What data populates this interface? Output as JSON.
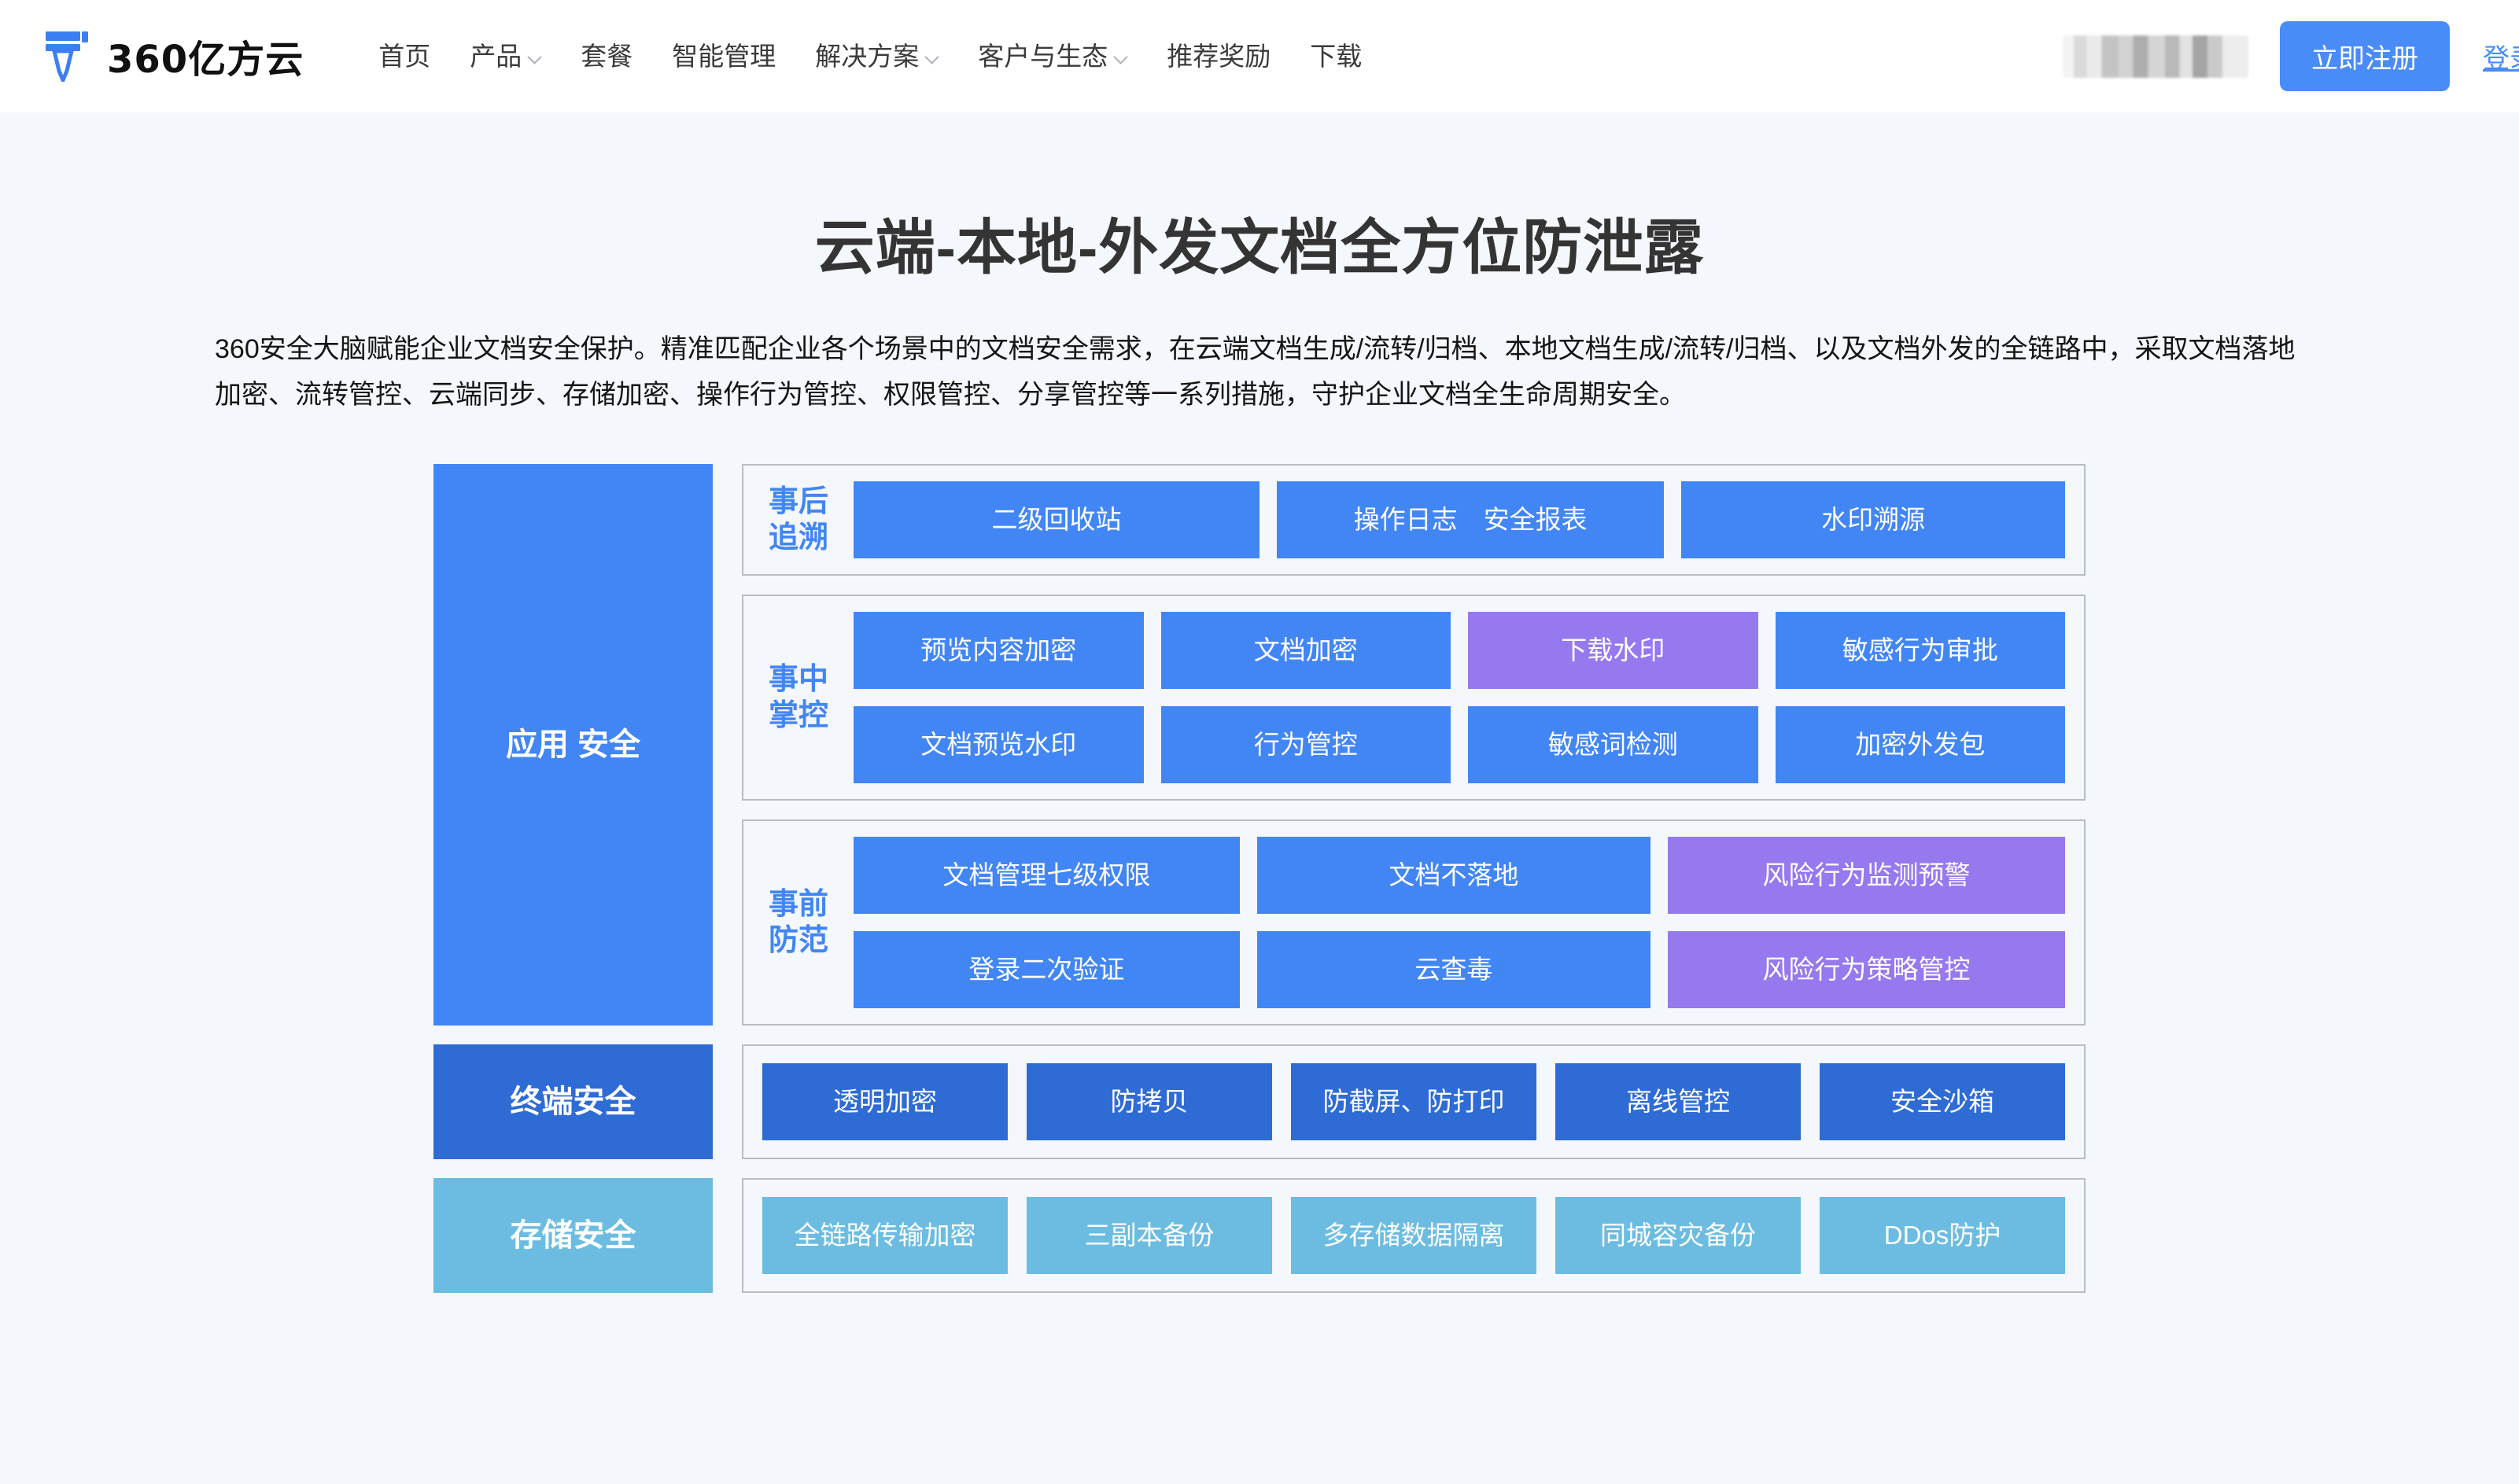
{
  "header": {
    "brand_name": "360亿方云",
    "logo_icon": "yifangyun-pen-logo",
    "nav": [
      {
        "label": "首页",
        "has_caret": false
      },
      {
        "label": "产品",
        "has_caret": true
      },
      {
        "label": "套餐",
        "has_caret": false
      },
      {
        "label": "智能管理",
        "has_caret": false
      },
      {
        "label": "解决方案",
        "has_caret": true
      },
      {
        "label": "客户与生态",
        "has_caret": true
      },
      {
        "label": "推荐奖励",
        "has_caret": false
      },
      {
        "label": "下载",
        "has_caret": false
      }
    ],
    "redacted_text": "",
    "register_label": "立即注册",
    "login_label": "登录"
  },
  "hero": {
    "title": "云端-本地-外发文档全方位防泄露",
    "description": "360安全大脑赋能企业文档安全保护。精准匹配企业各个场景中的文档安全需求，在云端文档生成/流转/归档、本地文档生成/流转/归档、以及文档外发的全链路中，采取文档落地加密、流转管控、云端同步、存储加密、操作行为管控、权限管控、分享管控等一系列措施，守护企业文档全生命周期安全。"
  },
  "colors": {
    "brand_blue": "#4286f5",
    "purple": "#9679ee",
    "deep_blue": "#2f6bd4",
    "light_blue": "#6cbce2",
    "page_bg": "#f4f7fb",
    "box_border": "#b9bdc2"
  },
  "diagram": {
    "layers": [
      {
        "label": "应用\n安全",
        "label_style": "app",
        "groups": [
          {
            "title": "事后\n追溯",
            "rows": [
              [
                {
                  "label": "二级回收站",
                  "style": "blue"
                },
                {
                  "label": "操作日志　安全报表",
                  "style": "blue"
                },
                {
                  "label": "水印溯源",
                  "style": "blue"
                }
              ]
            ]
          },
          {
            "title": "事中\n掌控",
            "rows": [
              [
                {
                  "label": "预览内容加密",
                  "style": "blue"
                },
                {
                  "label": "文档加密",
                  "style": "blue"
                },
                {
                  "label": "下载水印",
                  "style": "purple"
                },
                {
                  "label": "敏感行为审批",
                  "style": "blue"
                }
              ],
              [
                {
                  "label": "文档预览水印",
                  "style": "blue"
                },
                {
                  "label": "行为管控",
                  "style": "blue"
                },
                {
                  "label": "敏感词检测",
                  "style": "blue"
                },
                {
                  "label": "加密外发包",
                  "style": "blue"
                }
              ]
            ]
          },
          {
            "title": "事前\n防范",
            "rows": [
              [
                {
                  "label": "文档管理七级权限",
                  "style": "blue"
                },
                {
                  "label": "文档不落地",
                  "style": "blue"
                },
                {
                  "label": "风险行为监测预警",
                  "style": "purple"
                }
              ],
              [
                {
                  "label": "登录二次验证",
                  "style": "blue"
                },
                {
                  "label": "云查毒",
                  "style": "blue"
                },
                {
                  "label": "风险行为策略管控",
                  "style": "purple"
                }
              ]
            ]
          }
        ]
      },
      {
        "label": "终端安全",
        "label_style": "term",
        "flat_cells": [
          {
            "label": "透明加密",
            "style": "dblue"
          },
          {
            "label": "防拷贝",
            "style": "dblue"
          },
          {
            "label": "防截屏、防打印",
            "style": "dblue"
          },
          {
            "label": "离线管控",
            "style": "dblue"
          },
          {
            "label": "安全沙箱",
            "style": "dblue"
          }
        ]
      },
      {
        "label": "存储安全",
        "label_style": "store",
        "flat_cells": [
          {
            "label": "全链路传输加密",
            "style": "lblue"
          },
          {
            "label": "三副本备份",
            "style": "lblue"
          },
          {
            "label": "多存储数据隔离",
            "style": "lblue"
          },
          {
            "label": "同城容灾备份",
            "style": "lblue"
          },
          {
            "label": "DDos防护",
            "style": "lblue"
          }
        ]
      }
    ]
  }
}
